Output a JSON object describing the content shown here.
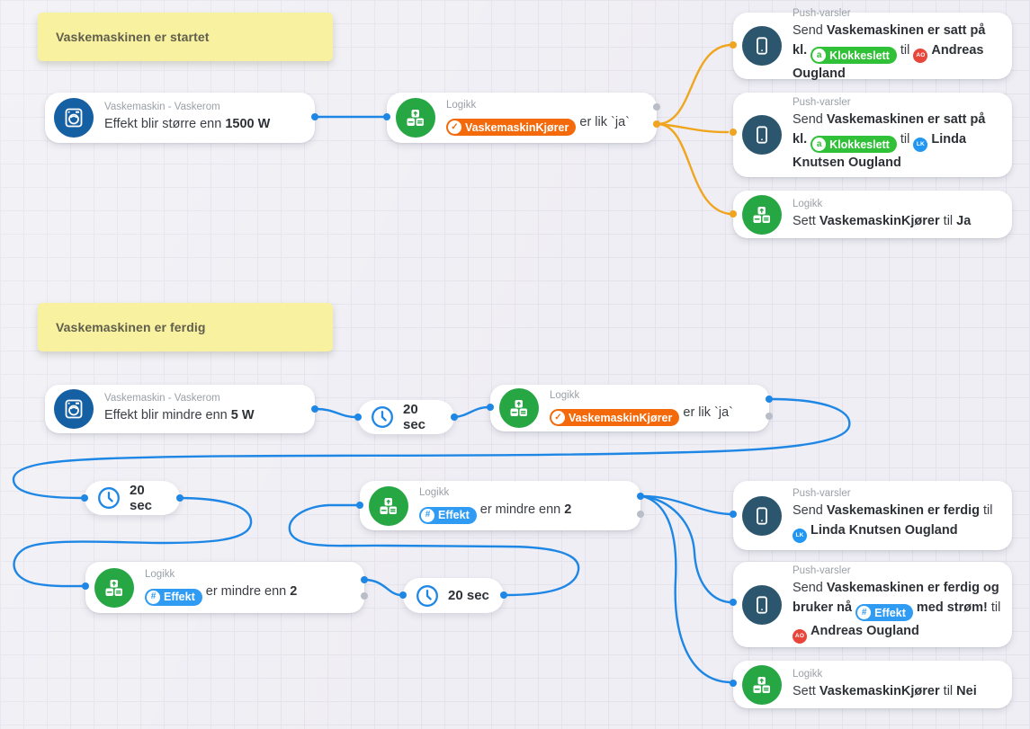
{
  "app": {
    "view": "flow-editor-canvas"
  },
  "colors": {
    "wire_true": "#1e87e5",
    "wire_false": "#f0a51f",
    "port_unconnected": "#b9bdc7",
    "note_bg": "#f8f1a0",
    "logic_icon": "#27a744",
    "washer_icon": "#155fa3",
    "phone_icon": "#2c566e",
    "tag_orange": "#f4690a",
    "tag_green": "#31c138",
    "tag_blue": "#2f9bf3",
    "avatar_red": "#e8463b",
    "avatar_blue": "#2196f3"
  },
  "notes": [
    {
      "text": "Vaskemaskinen er startet"
    },
    {
      "text": "Vaskemaskinen er ferdig"
    }
  ],
  "timers": [
    {
      "label": "20 sec"
    },
    {
      "label": "20 sec"
    },
    {
      "label": "20 sec"
    }
  ],
  "cards": {
    "trigger_start": {
      "header": "Vaskemaskin - Vaskerom",
      "segments": [
        {
          "t": "text",
          "v": "Effekt blir større enn "
        },
        {
          "t": "bold",
          "v": "1500 W"
        }
      ]
    },
    "cond_start": {
      "header": "Logikk",
      "segments": [
        {
          "t": "tag",
          "style": "orange",
          "icon": "✓",
          "iconName": "check-icon",
          "v": "VaskemaskinKjører"
        },
        {
          "t": "text",
          "v": " er lik `ja`"
        }
      ]
    },
    "push_andreas_start": {
      "header": "Push-varsler",
      "segments": [
        {
          "t": "text",
          "v": "Send "
        },
        {
          "t": "bold",
          "v": "Vaskemaskinen er satt på kl."
        },
        {
          "t": "text",
          "v": " "
        },
        {
          "t": "tag",
          "style": "green",
          "icon": "a",
          "iconName": "letter-a-icon",
          "v": "Klokkeslett"
        },
        {
          "t": "text",
          "v": " til "
        },
        {
          "t": "avatar",
          "style": "red",
          "v": "AO"
        },
        {
          "t": "text",
          "v": " "
        },
        {
          "t": "bold",
          "v": "Andreas Ougland"
        }
      ]
    },
    "push_linda_start": {
      "header": "Push-varsler",
      "segments": [
        {
          "t": "text",
          "v": "Send "
        },
        {
          "t": "bold",
          "v": "Vaskemaskinen er satt på kl."
        },
        {
          "t": "text",
          "v": " "
        },
        {
          "t": "tag",
          "style": "green",
          "icon": "a",
          "iconName": "letter-a-icon",
          "v": "Klokkeslett"
        },
        {
          "t": "text",
          "v": " til "
        },
        {
          "t": "avatar",
          "style": "blue",
          "v": "LK"
        },
        {
          "t": "text",
          "v": " "
        },
        {
          "t": "bold",
          "v": "Linda Knutsen Ougland"
        }
      ]
    },
    "set_ja": {
      "header": "Logikk",
      "segments": [
        {
          "t": "text",
          "v": "Sett "
        },
        {
          "t": "bold",
          "v": "VaskemaskinKjører"
        },
        {
          "t": "text",
          "v": " til "
        },
        {
          "t": "bold",
          "v": "Ja"
        }
      ]
    },
    "trigger_done": {
      "header": "Vaskemaskin - Vaskerom",
      "segments": [
        {
          "t": "text",
          "v": "Effekt blir mindre enn "
        },
        {
          "t": "bold",
          "v": "5 W"
        }
      ]
    },
    "cond_done": {
      "header": "Logikk",
      "segments": [
        {
          "t": "tag",
          "style": "orange",
          "icon": "✓",
          "iconName": "check-icon",
          "v": "VaskemaskinKjører"
        },
        {
          "t": "text",
          "v": " er lik `ja`"
        }
      ]
    },
    "cond_effekt_a": {
      "header": "Logikk",
      "segments": [
        {
          "t": "tag",
          "style": "blue",
          "icon": "#",
          "iconName": "hash-icon",
          "v": "Effekt"
        },
        {
          "t": "text",
          "v": " er mindre enn "
        },
        {
          "t": "bold",
          "v": "2"
        }
      ]
    },
    "cond_effekt_b": {
      "header": "Logikk",
      "segments": [
        {
          "t": "tag",
          "style": "blue",
          "icon": "#",
          "iconName": "hash-icon",
          "v": "Effekt"
        },
        {
          "t": "text",
          "v": " er mindre enn "
        },
        {
          "t": "bold",
          "v": "2"
        }
      ]
    },
    "push_linda_done": {
      "header": "Push-varsler",
      "segments": [
        {
          "t": "text",
          "v": "Send "
        },
        {
          "t": "bold",
          "v": "Vaskemaskinen er ferdig"
        },
        {
          "t": "text",
          "v": " til "
        },
        {
          "t": "avatar",
          "style": "blue",
          "v": "LK"
        },
        {
          "t": "text",
          "v": " "
        },
        {
          "t": "bold",
          "v": "Linda Knutsen Ougland"
        }
      ]
    },
    "push_andreas_done": {
      "header": "Push-varsler",
      "segments": [
        {
          "t": "text",
          "v": "Send "
        },
        {
          "t": "bold",
          "v": "Vaskemaskinen er ferdig og bruker nå"
        },
        {
          "t": "text",
          "v": " "
        },
        {
          "t": "tag",
          "style": "blue",
          "icon": "#",
          "iconName": "hash-icon",
          "v": "Effekt"
        },
        {
          "t": "text",
          "v": " "
        },
        {
          "t": "bold",
          "v": "med strøm!"
        },
        {
          "t": "text",
          "v": " til "
        },
        {
          "t": "avatar",
          "style": "red",
          "v": "AO"
        },
        {
          "t": "text",
          "v": " "
        },
        {
          "t": "bold",
          "v": "Andreas Ougland"
        }
      ]
    },
    "set_nei": {
      "header": "Logikk",
      "segments": [
        {
          "t": "text",
          "v": "Sett "
        },
        {
          "t": "bold",
          "v": "VaskemaskinKjører"
        },
        {
          "t": "text",
          "v": " til "
        },
        {
          "t": "bold",
          "v": "Nei"
        }
      ]
    }
  },
  "wires": [
    {
      "from": "trigger_start",
      "to": "cond_start",
      "branch": "out",
      "color": "blue"
    },
    {
      "from": "cond_start",
      "to": "push_andreas_start",
      "branch": "false",
      "color": "orange"
    },
    {
      "from": "cond_start",
      "to": "push_linda_start",
      "branch": "false",
      "color": "orange"
    },
    {
      "from": "cond_start",
      "to": "set_ja",
      "branch": "false",
      "color": "orange"
    },
    {
      "from": "trigger_done",
      "to": "delay_1",
      "branch": "out",
      "color": "blue"
    },
    {
      "from": "delay_1",
      "to": "cond_done",
      "branch": "out",
      "color": "blue"
    },
    {
      "from": "cond_done",
      "to": "delay_2",
      "branch": "true",
      "color": "blue"
    },
    {
      "from": "delay_2",
      "to": "cond_effekt_b",
      "branch": "out",
      "color": "blue"
    },
    {
      "from": "cond_effekt_b",
      "to": "delay_3",
      "branch": "true",
      "color": "blue"
    },
    {
      "from": "delay_3",
      "to": "cond_effekt_a",
      "branch": "out",
      "color": "blue"
    },
    {
      "from": "cond_effekt_a",
      "to": "push_linda_done",
      "branch": "true",
      "color": "blue"
    },
    {
      "from": "cond_effekt_a",
      "to": "push_andreas_done",
      "branch": "true",
      "color": "blue"
    },
    {
      "from": "cond_effekt_a",
      "to": "set_nei",
      "branch": "true",
      "color": "blue"
    }
  ]
}
